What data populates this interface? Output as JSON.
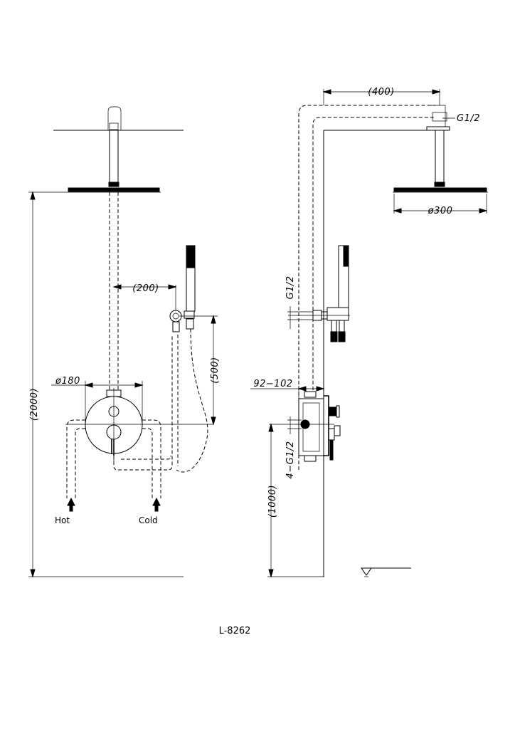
{
  "drawing": {
    "model_code": "L-8262",
    "front_view": {
      "inlet_hot": "Hot",
      "inlet_cold": "Cold",
      "dim_height": "(2000)",
      "dim_offset": "(200)",
      "dim_hand_height": "(500)",
      "dim_plate": "ø180"
    },
    "side_view": {
      "dim_arm_length": "(400)",
      "thread_arm": "G1/2",
      "dim_head": "ø300",
      "thread_outlet": "G1/2",
      "dim_depth": "92−102",
      "thread_inlets": "4−G1/2",
      "dim_valve_height": "(1000)"
    }
  }
}
